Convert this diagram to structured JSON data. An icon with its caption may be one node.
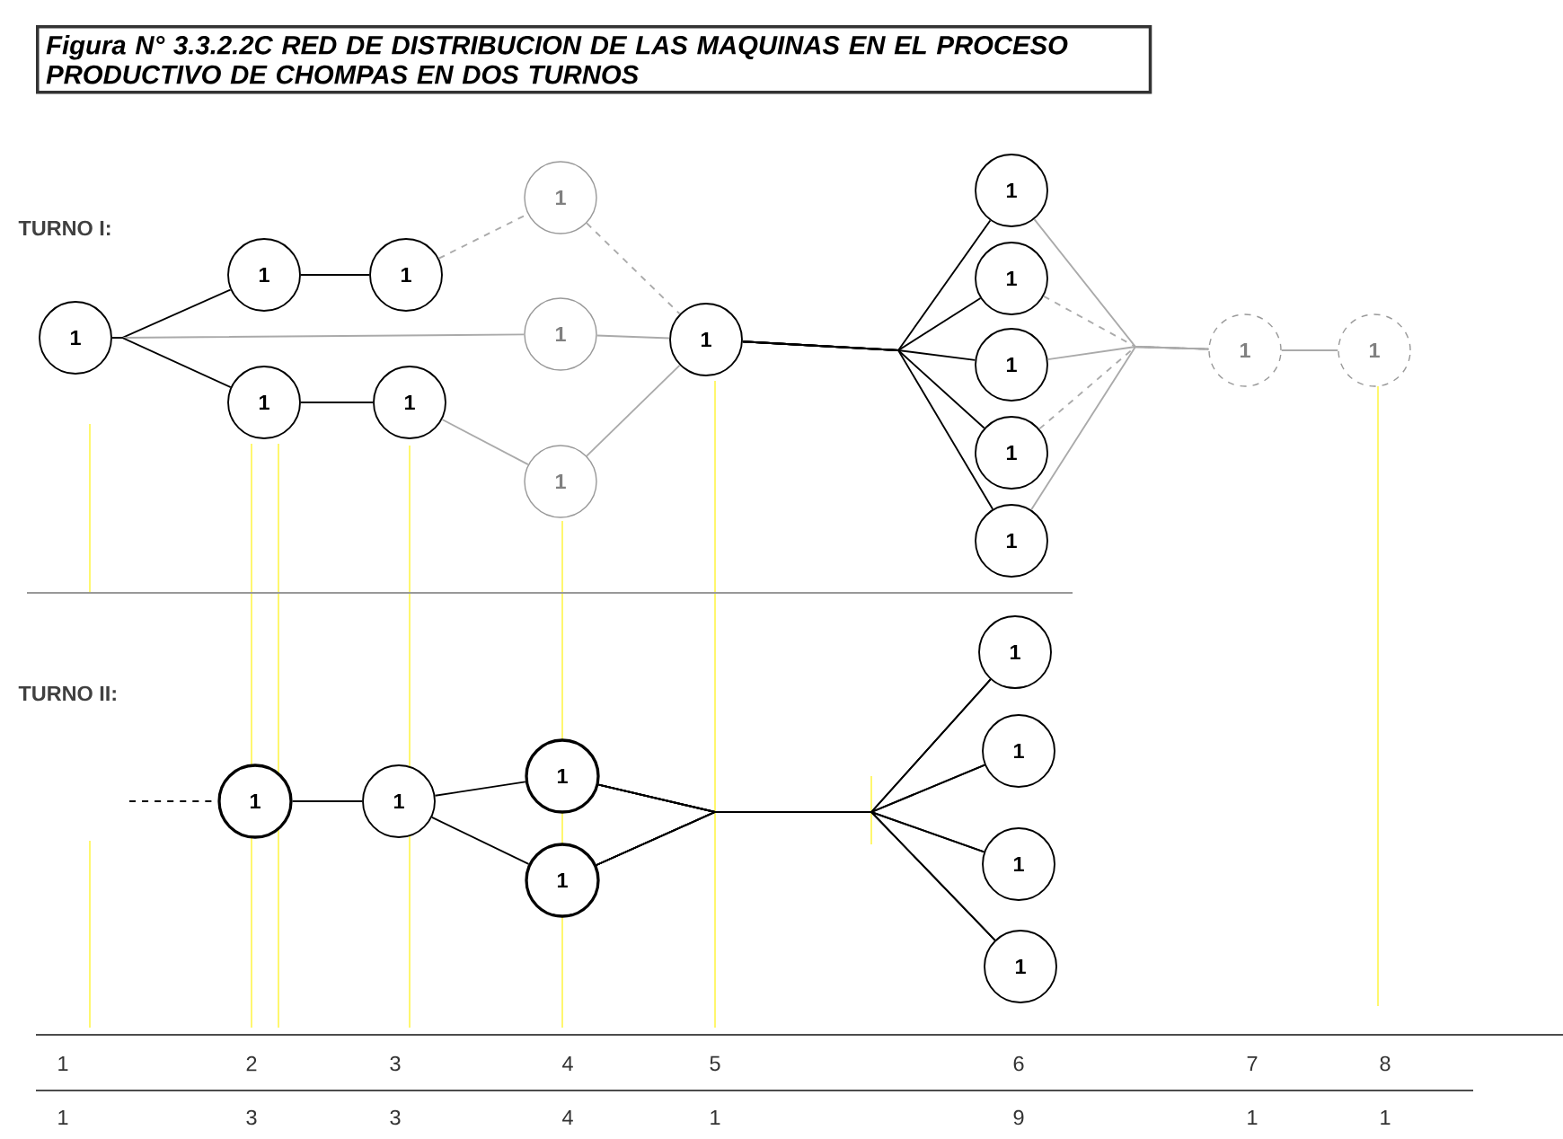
{
  "diagram": {
    "title": "Figura N° 3.3.2.2C RED DE DISTRIBUCION DE LAS MAQUINAS EN EL PROCESO PRODUCTIVO DE CHOMPAS EN DOS TURNOS",
    "nodes": [
      {
        "text": [
          "1"
        ]
      },
      {
        "text": [
          "1"
        ]
      },
      {
        "text": [
          "1"
        ]
      },
      {
        "text": [
          "1"
        ]
      },
      {
        "text": [
          "1"
        ]
      },
      {
        "text": [
          "1"
        ]
      },
      {
        "text": [
          "1"
        ]
      },
      {
        "text": [
          "1"
        ]
      },
      {
        "text": [
          "1"
        ]
      },
      {
        "text": [
          "1"
        ]
      },
      {
        "text": [
          "1"
        ]
      },
      {
        "text": [
          "1"
        ]
      },
      {
        "text": [
          "1"
        ]
      },
      {
        "text": [
          "1"
        ]
      },
      {
        "text": [
          "1"
        ]
      },
      {
        "text": [
          "1"
        ]
      },
      {
        "text": [
          "1"
        ]
      },
      {
        "text": [
          "1"
        ]
      },
      {
        "text": [
          "1"
        ]
      },
      {
        "text": [
          "1"
        ]
      },
      {
        "text": [
          "1"
        ]
      },
      {
        "text": [
          "1"
        ]
      },
      {
        "text": [
          "1"
        ]
      },
      {
        "text": [
          "1"
        ]
      }
    ],
    "edges": [
      {
        "from": 0,
        "to": 1,
        "arrow": "none"
      },
      {
        "from": 0,
        "to": 6,
        "arrow": "none",
        "color": "#aaaaaa"
      },
      {
        "from": 0,
        "to": 3,
        "arrow": "none"
      },
      {
        "from": 1,
        "to": 2,
        "arrow": "none"
      },
      {
        "from": 3,
        "to": 4,
        "arrow": "none"
      },
      {
        "from": 2,
        "to": 5,
        "arrow": "none",
        "style": "dashed",
        "color": "#aaaaaa"
      },
      {
        "from": 4,
        "to": 7,
        "arrow": "none",
        "color": "#aaaaaa"
      },
      {
        "from": 5,
        "to": 8,
        "arrow": "none",
        "style": "dashed",
        "color": "#aaaaaa"
      },
      {
        "from": 6,
        "to": 8,
        "arrow": "none",
        "color": "#aaaaaa"
      },
      {
        "from": 7,
        "to": 8,
        "arrow": "none",
        "color": "#aaaaaa"
      },
      {
        "from": 8,
        "to": 9,
        "arrow": "none"
      },
      {
        "from": 8,
        "to": 10,
        "arrow": "none"
      },
      {
        "from": 8,
        "to": 11,
        "arrow": "none"
      },
      {
        "from": 8,
        "to": 12,
        "arrow": "none"
      },
      {
        "from": 8,
        "to": 13,
        "arrow": "none"
      },
      {
        "from": 9,
        "to": 14,
        "arrow": "none",
        "color": "#aaaaaa"
      },
      {
        "from": 10,
        "to": 14,
        "arrow": "none",
        "style": "dashed",
        "color": "#aaaaaa"
      },
      {
        "from": 11,
        "to": 14,
        "arrow": "none",
        "color": "#aaaaaa"
      },
      {
        "from": 12,
        "to": 14,
        "arrow": "none",
        "style": "dashed",
        "color": "#aaaaaa"
      },
      {
        "from": 13,
        "to": 14,
        "arrow": "none",
        "color": "#aaaaaa"
      },
      {
        "from": 14,
        "to": 15,
        "arrow": "none",
        "color": "#aaaaaa"
      },
      {
        "from": null,
        "to": 16,
        "arrow": "none",
        "style": "dashed"
      },
      {
        "from": 16,
        "to": 17,
        "arrow": "none"
      },
      {
        "from": 17,
        "to": 18,
        "arrow": "none"
      },
      {
        "from": 17,
        "to": 19,
        "arrow": "none"
      },
      {
        "from": 18,
        "to": 20,
        "arrow": "none"
      },
      {
        "from": 18,
        "to": 21,
        "arrow": "none"
      },
      {
        "from": 18,
        "to": 22,
        "arrow": "none"
      },
      {
        "from": 18,
        "to": 23,
        "arrow": "none"
      },
      {
        "from": 19,
        "to": 20,
        "arrow": "none"
      },
      {
        "from": 19,
        "to": 21,
        "arrow": "none"
      },
      {
        "from": 19,
        "to": 22,
        "arrow": "none"
      },
      {
        "from": 19,
        "to": 23,
        "arrow": "none"
      }
    ],
    "labels": [
      "TURNO I:",
      "TURNO II:",
      "1",
      "2",
      "3",
      "4",
      "5",
      "6",
      "7",
      "8",
      "1",
      "3",
      "3",
      "4",
      "1",
      "9",
      "1",
      "1"
    ]
  }
}
